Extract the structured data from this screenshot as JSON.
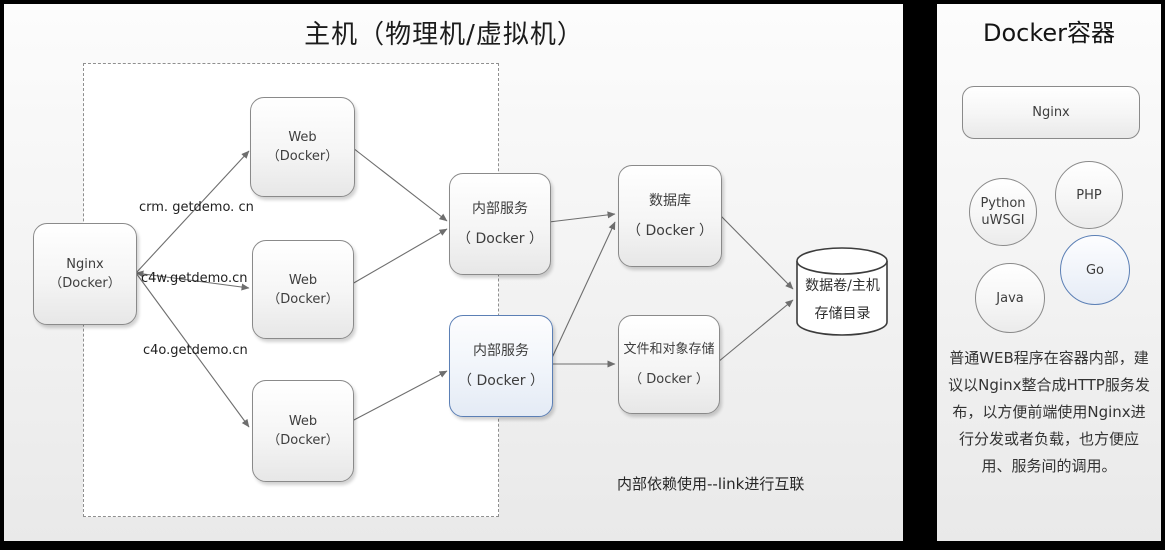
{
  "host_panel": {
    "title": "主机（物理机/虚拟机）",
    "note": "内部依赖使用--link进行互联",
    "edge_labels": {
      "crm": "crm. getdemo. cn",
      "c4w": "c4w.getdemo.cn",
      "c4o": "c4o.getdemo.cn"
    },
    "nodes": {
      "nginx": {
        "line1": "Nginx",
        "line2": "（Docker）"
      },
      "web1": {
        "line1": "Web",
        "line2": "（Docker）"
      },
      "web2": {
        "line1": "Web",
        "line2": "（Docker）"
      },
      "web3": {
        "line1": "Web",
        "line2": "（Docker）"
      },
      "internal1": {
        "line1": "内部服务",
        "line2": "（ Docker ）"
      },
      "internal2": {
        "line1": "内部服务",
        "line2": "（ Docker ）"
      },
      "db": {
        "line1": "数据库",
        "line2": "（ Docker ）"
      },
      "storage": {
        "line1": "文件和对象存储",
        "line2": "（ Docker ）"
      },
      "volume": {
        "line1": "数据卷/主机",
        "line2": "存储目录"
      }
    }
  },
  "docker_panel": {
    "title": "Docker容器",
    "nginx_label": "Nginx",
    "circles": {
      "python": {
        "line1": "Python",
        "line2": "uWSGI"
      },
      "php": {
        "line1": "PHP"
      },
      "go": {
        "line1": "Go"
      },
      "java": {
        "line1": "Java"
      }
    },
    "paragraph": "普通WEB程序在容器内部，建议以Nginx整合成HTTP服务发布，以方便前端使用Nginx进行分发或者负载，也方便应用、服务间的调用。"
  },
  "colors": {
    "highlight_border": "#5b7fb5",
    "highlight_fill": "#e9eef7",
    "node_border": "#8a8a8a",
    "arrow": "#6e6e6e",
    "divider": "#000000"
  }
}
